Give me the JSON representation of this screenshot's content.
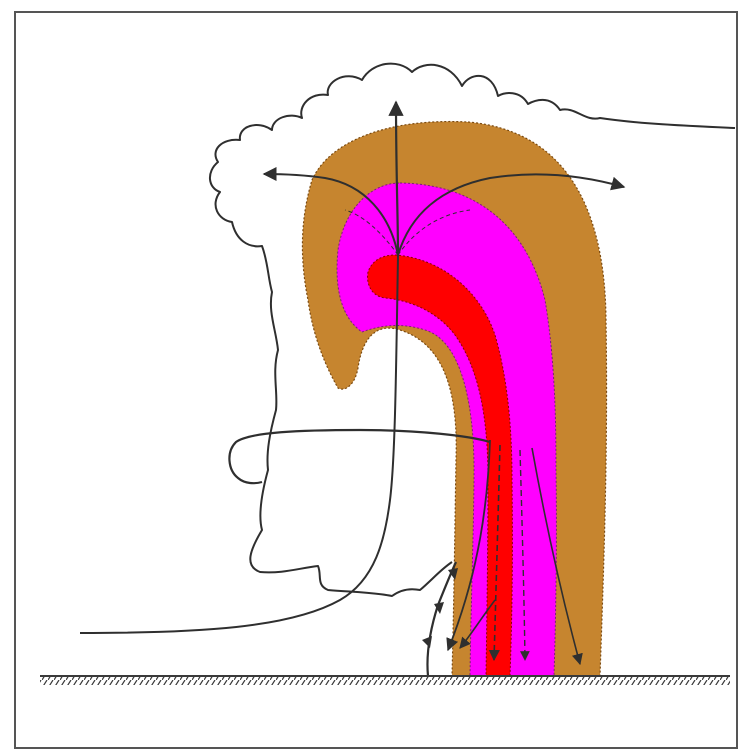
{
  "diagram": {
    "colors": {
      "background": "#ffffff",
      "outline": "#2f2f2f",
      "echo_outer": "#c6852f",
      "echo_middle": "#ff00ff",
      "echo_core": "#ff0000",
      "ground": "#3a3a3a"
    },
    "symbols": [
      "updraft-arrow",
      "anvil-outflow-arrows",
      "inflow-streamline",
      "downdraft-arrows",
      "gust-front-symbol"
    ]
  }
}
